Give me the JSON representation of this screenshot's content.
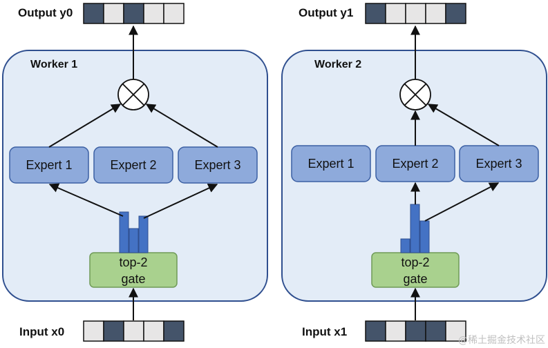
{
  "colors": {
    "worker_fill": "#e3ecf7",
    "worker_stroke": "#2f4f8f",
    "expert_fill": "#8eaadb",
    "expert_stroke": "#3b5fa3",
    "gate_fill": "#a9d18e",
    "gate_stroke": "#6f9a57",
    "bar_fill": "#4472c4",
    "cell_dark": "#44546a",
    "cell_light": "#e7e6e6",
    "line": "#111111"
  },
  "workers": [
    {
      "title": "Worker 1",
      "experts": [
        "Expert 1",
        "Expert 2",
        "Expert 3"
      ],
      "gate_line1": "top-2",
      "gate_line2": "gate",
      "output_label": "Output y0",
      "output_cells": [
        1,
        0,
        1,
        0,
        0
      ],
      "input_label": "Input x0",
      "input_cells": [
        0,
        1,
        0,
        0,
        1
      ],
      "gate_bars": [
        0.84,
        0.5,
        0.75
      ],
      "routed_experts": [
        0,
        2
      ]
    },
    {
      "title": "Worker 2",
      "experts": [
        "Expert 1",
        "Expert 2",
        "Expert 3"
      ],
      "gate_line1": "top-2",
      "gate_line2": "gate",
      "output_label": "Output y1",
      "output_cells": [
        1,
        0,
        0,
        0,
        1
      ],
      "input_label": "Input x1",
      "input_cells": [
        1,
        0,
        1,
        1,
        0
      ],
      "gate_bars": [
        0.29,
        1.0,
        0.65
      ],
      "routed_experts": [
        1,
        2
      ]
    }
  ],
  "watermark": "@稀土掘金技术社区"
}
